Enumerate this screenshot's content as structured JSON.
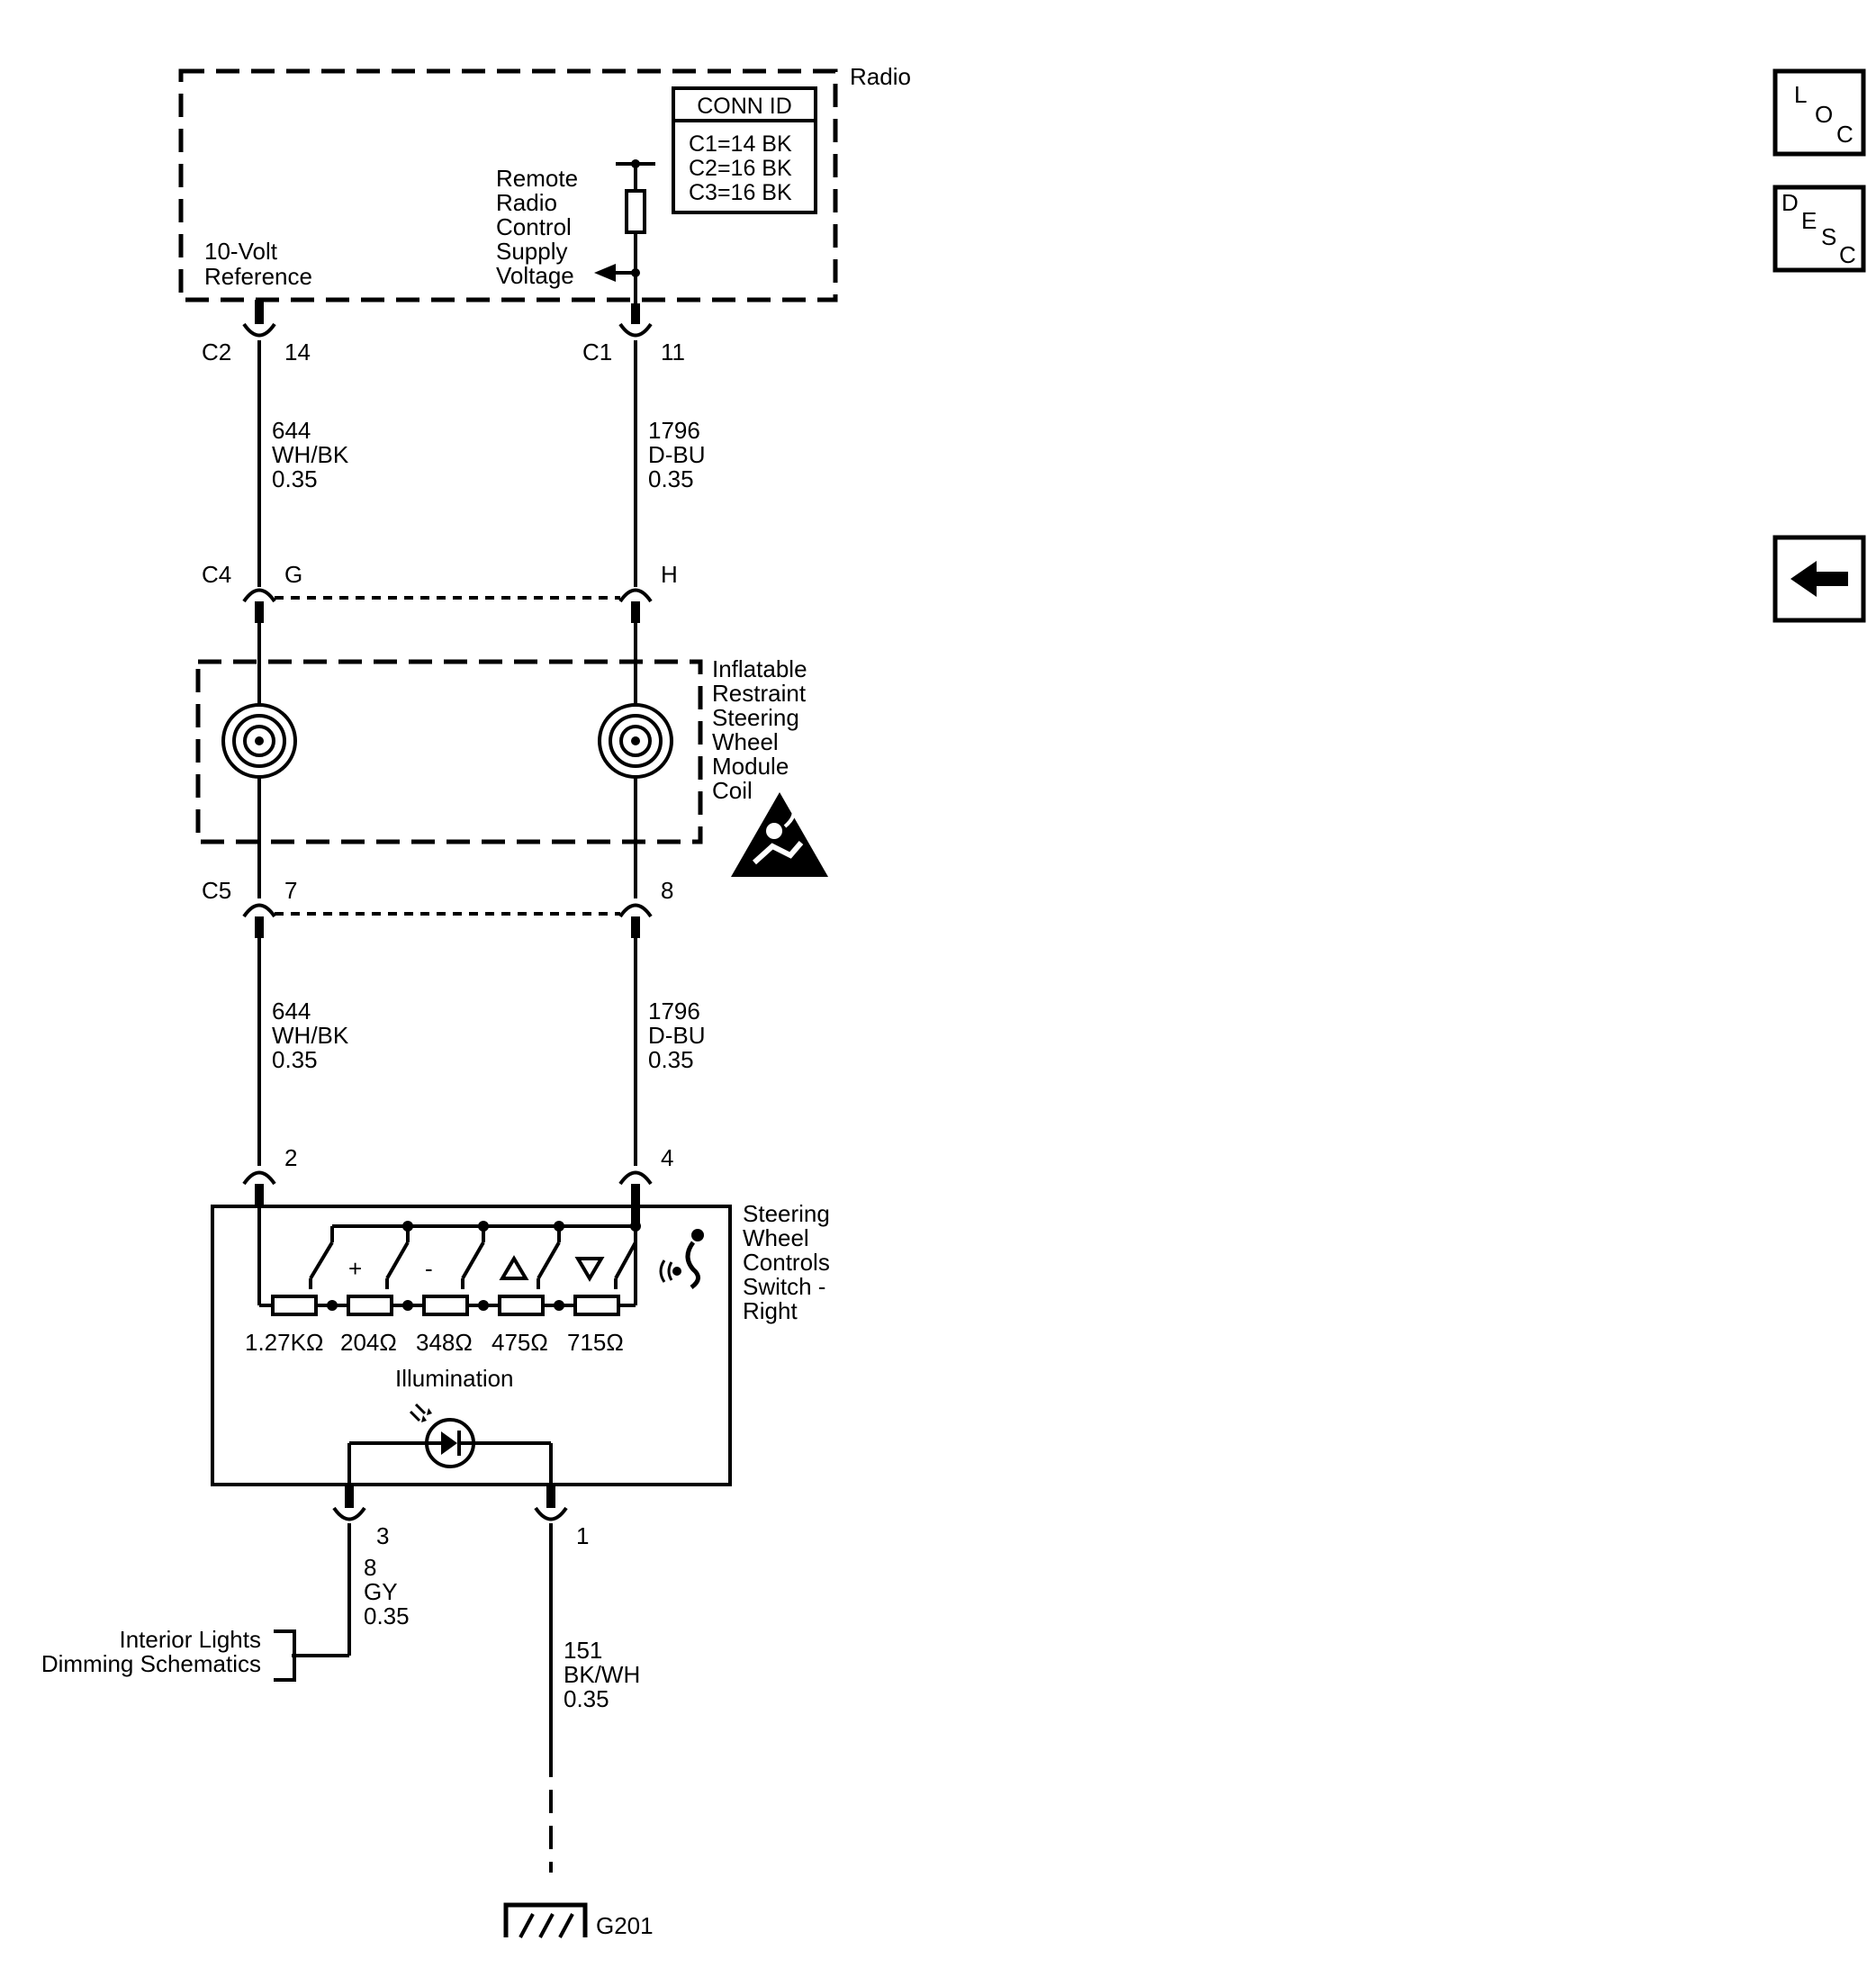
{
  "radio": {
    "title": "Radio",
    "conn_id": {
      "header": "CONN ID",
      "lines": [
        "C1=14 BK",
        "C2=16 BK",
        "C3=16 BK"
      ]
    },
    "ref_label": [
      "10-Volt",
      "Reference"
    ],
    "supply_label": [
      "Remote",
      "Radio",
      "Control",
      "Supply",
      "Voltage"
    ]
  },
  "connectors": {
    "c2": "C2",
    "c2_pin": "14",
    "c1": "C1",
    "c1_pin": "11",
    "c4": "C4",
    "c4_pin_left": "G",
    "c4_pin_right": "H",
    "c5": "C5",
    "c5_pin_left": "7",
    "c5_pin_right": "8",
    "sw_pin_left": "2",
    "sw_pin_right": "4",
    "sw_pin_illum": "3",
    "sw_pin_ground": "1"
  },
  "wires": {
    "left_upper": [
      "644",
      "WH/BK",
      "0.35"
    ],
    "right_upper": [
      "1796",
      "D-BU",
      "0.35"
    ],
    "left_lower": [
      "644",
      "WH/BK",
      "0.35"
    ],
    "right_lower": [
      "1796",
      "D-BU",
      "0.35"
    ],
    "illum": [
      "8",
      "GY",
      "0.35"
    ],
    "ground": [
      "151",
      "BK/WH",
      "0.35"
    ]
  },
  "coil_module": {
    "label": [
      "Inflatable",
      "Restraint",
      "Steering",
      "Wheel",
      "Module",
      "Coil"
    ]
  },
  "switch": {
    "label": [
      "Steering",
      "Wheel",
      "Controls",
      "Switch -",
      "Right"
    ],
    "buttons": [
      "+",
      "-"
    ],
    "resistors": [
      "1.27KΩ",
      "204Ω",
      "348Ω",
      "475Ω",
      "715Ω"
    ],
    "illumination_label": "Illumination"
  },
  "interior_ref": [
    "Interior Lights",
    "Dimming Schematics"
  ],
  "ground_label": "G201",
  "nav": {
    "loc": [
      "L",
      "O",
      "C"
    ],
    "desc": [
      "D",
      "E",
      "S",
      "C"
    ]
  }
}
